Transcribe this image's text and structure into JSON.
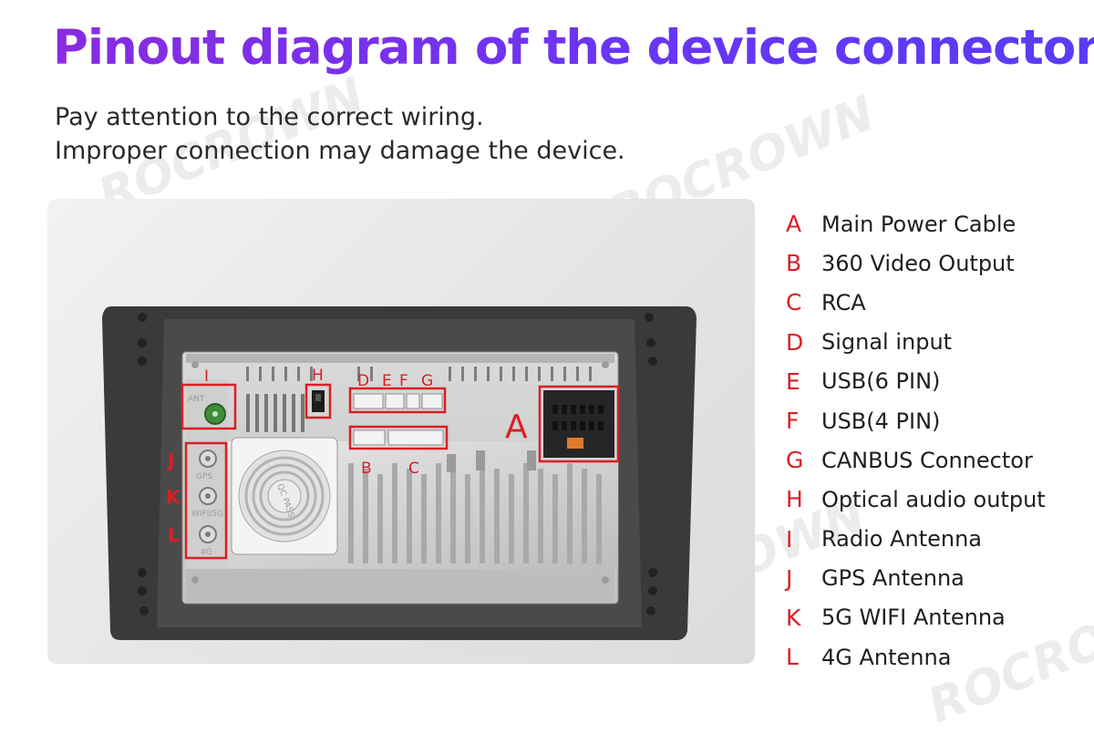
{
  "title": "Pinout diagram of the device connector",
  "subtitle_lines": [
    "Pay attention to the correct wiring.",
    "Improper connection may damage the device."
  ],
  "watermark": "ROCROWN",
  "legend": [
    {
      "key": "A",
      "label": "Main Power Cable"
    },
    {
      "key": "B",
      "label": "360 Video Output"
    },
    {
      "key": "C",
      "label": "RCA"
    },
    {
      "key": "D",
      "label": "Signal input"
    },
    {
      "key": "E",
      "label": "USB(6 PIN)"
    },
    {
      "key": "F",
      "label": "USB(4 PIN)"
    },
    {
      "key": "G",
      "label": "CANBUS Connector"
    },
    {
      "key": "H",
      "label": "Optical audio output"
    },
    {
      "key": "I",
      "label": "Radio Antenna"
    },
    {
      "key": "J",
      "label": "GPS Antenna"
    },
    {
      "key": "K",
      "label": "5G WIFI Antenna"
    },
    {
      "key": "L",
      "label": "4G Antenna"
    }
  ],
  "device": {
    "etched": {
      "ant": "ANT",
      "gps": "GPS",
      "wifi": "WIFI/5G",
      "lte": "4G",
      "fan_badge": "QC PASS"
    }
  },
  "colors": {
    "title": "#7a2ff0",
    "marker": "#d91f26",
    "text": "#1e1e1e"
  }
}
